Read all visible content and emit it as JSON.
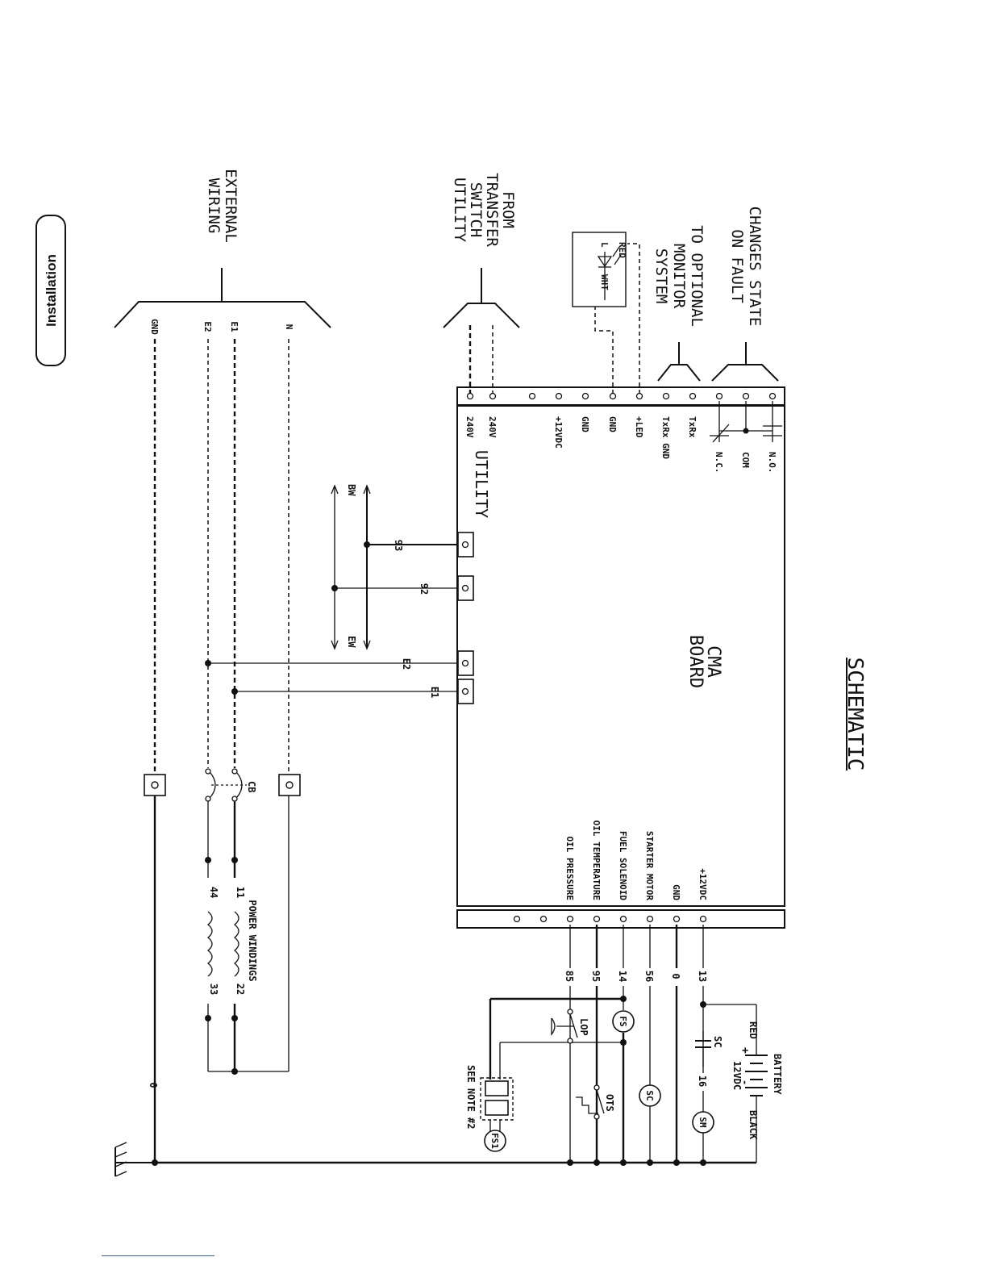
{
  "section_tab": "Installation",
  "title": "SCHEMATIC",
  "board": {
    "line1": "CMA",
    "line2": "BOARD"
  },
  "callouts": {
    "external_wiring": [
      "EXTERNAL",
      "WIRING"
    ],
    "from_transfer": [
      "FROM",
      "TRANSFER",
      "SWITCH",
      "UTILITY"
    ],
    "monitor": [
      "TO OPTIONAL",
      "MONITOR",
      "SYSTEM"
    ],
    "changes_state": [
      "CHANGES STATE",
      "ON FAULT"
    ]
  },
  "utility_label": "UTILITY",
  "external_lines": [
    "N",
    "E1",
    "E2",
    "GND"
  ],
  "top_terminals": [
    "240V",
    "240V",
    "+12VDC",
    "GND",
    "GND",
    "+LED",
    "TxRx GND",
    "TxRx",
    "N.C.",
    "COM",
    "N.O."
  ],
  "led": {
    "red": "RED",
    "led_mark": "L",
    "wht": "WHT"
  },
  "bottom_terminals": [
    "OIL PRESSURE",
    "OIL TEMPERATURE",
    "FUEL SOLENOID",
    "STARTER MOTOR",
    "GND",
    "+12VDC"
  ],
  "side_terminals": [
    "93",
    "92",
    "E2",
    "E1"
  ],
  "bw_ew": {
    "bw": "BW",
    "ew": "EW"
  },
  "wire_numbers": {
    "w85": "85",
    "w95": "95",
    "w14": "14",
    "w56": "56",
    "w0": "0",
    "w13": "13",
    "w16": "16",
    "w0_gnd": "0"
  },
  "windings": {
    "label": "POWER WINDINGS",
    "w11": "11",
    "w22": "22",
    "w44": "44",
    "w33": "33"
  },
  "cb": "CB",
  "components": {
    "sm": "SM",
    "sc": "SC",
    "sc_contact": "SC",
    "fs": "FS",
    "fs1": "FS1",
    "lop": "LOP",
    "ots": "OTS"
  },
  "battery": {
    "label": "BATTERY",
    "voltage": "12VDC",
    "plus": "+",
    "minus": "-",
    "red": "RED",
    "black": "BLACK"
  },
  "note": "SEE NOTE #2"
}
